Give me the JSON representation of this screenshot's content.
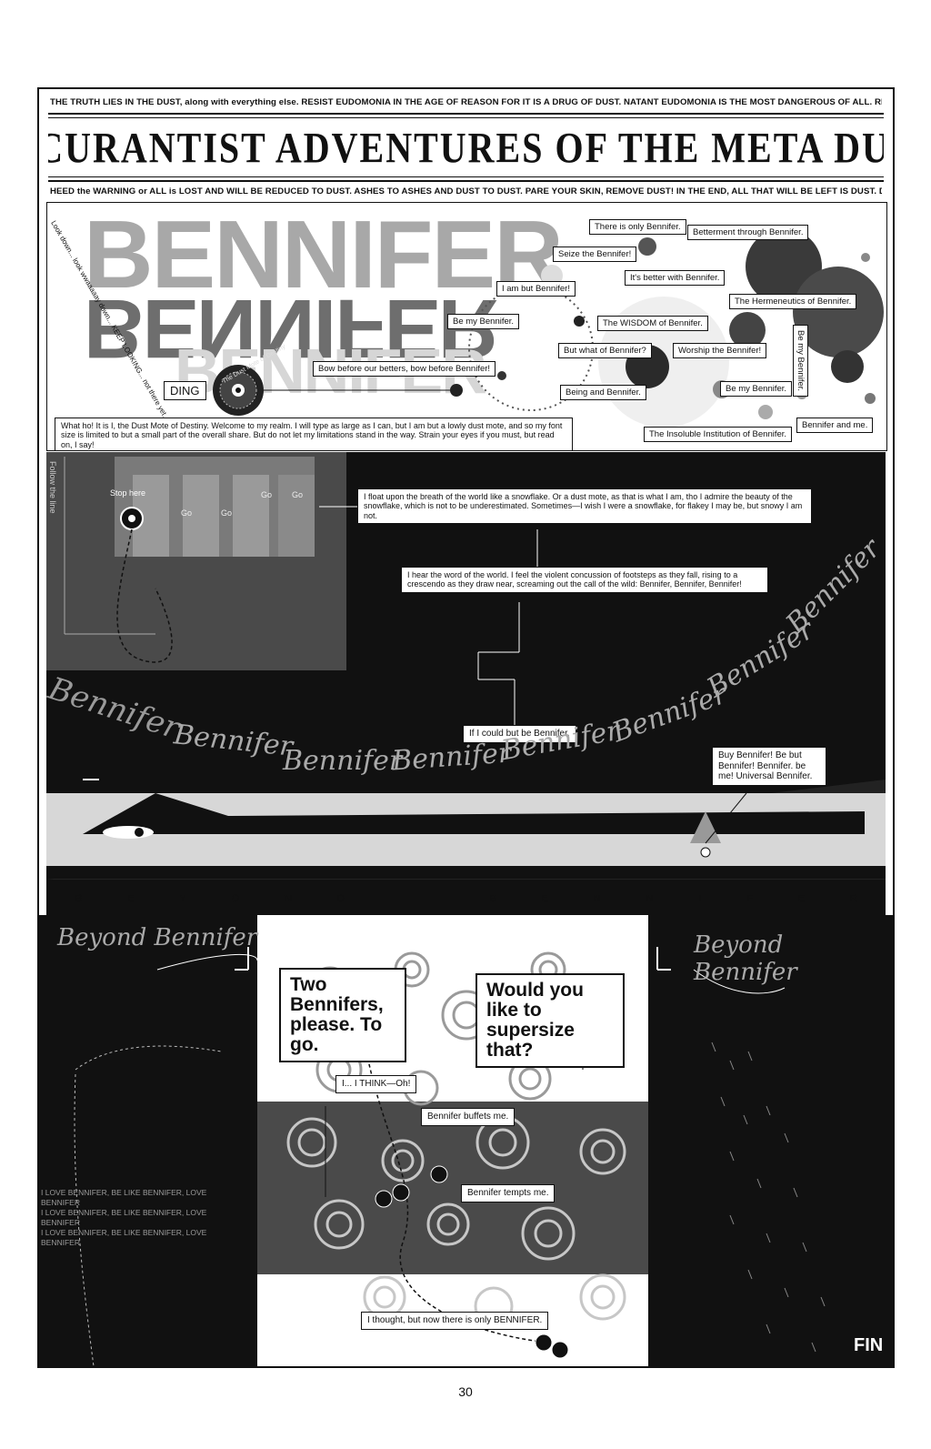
{
  "header": {
    "top_line": "THE TRUTH LIES IN THE DUST, along with everything else. RESIST EUDOMONIA IN THE AGE OF REASON FOR IT IS A DRUG OF DUST. NATANT EUDOMONIA IS THE MOST DANGEROUS OF ALL. RESIST THEM!",
    "title": "THE OBSCURANTIST ADVENTURES OF THE META DUST MOTE",
    "bottom_line": "HEED the WARNING or ALL is LOST AND WILL BE REDUCED TO DUST. ASHES TO ASHES AND DUST TO DUST. PARE YOUR SKIN, REMOVE DUST! IN THE END, ALL THAT WILL BE LEFT IS DUST. DUST SHALL BE!"
  },
  "panel1": {
    "big_word": "BENNIFER",
    "captions": {
      "only": "There is only Bennifer.",
      "betterment": "Betterment through Bennifer.",
      "seize": "Seize the Bennifer!",
      "better_with": "It's better with Bennifer.",
      "am_but": "I am but Bennifer!",
      "hermeneutics": "The Hermeneutics of Bennifer.",
      "be_my": "Be my Bennifer.",
      "wisdom": "The WISDOM of Bennifer.",
      "but_what": "But what of Bennifer?",
      "worship": "Worship the Bennifer!",
      "be_my_vert": "Be my Bennifer.",
      "bow": "Bow before our betters, bow before Bennifer!",
      "being": "Being and Bennifer.",
      "be_my_2": "Be my Bennifer.",
      "insoluble": "The Insoluble Institution of Bennifer.",
      "and_me": "Bennifer and me."
    },
    "ding": "DING",
    "mote_label": "The Dust Mote of Destiny",
    "arc_text": "Look down... look wwaaaaay down... KEEP LOOKING... not there yet... almost...",
    "intro": "What ho! It is I, the Dust Mote of Destiny. Welcome to my realm. I will type as large as I can, but I am but a lowly dust mote, and so my font size is limited to but a small part of the overall share. But do not let my limitations stand in the way. Strain your eyes if you must, but read on, I say!"
  },
  "panel2": {
    "follow": "Follow the line",
    "stop": "Stop here",
    "go": [
      "Go",
      "Go",
      "Go",
      "Go"
    ],
    "float": "I float upon the breath of the world like a snowflake. Or a dust mote, as that is what I am, tho I admire the beauty of the snowflake, which is not to be underestimated. Sometimes—I wish I were a snowflake, for flakey I may be, but snowy I am not.",
    "hear": "I hear the word of the world. I feel the violent concussion of footsteps as they fall, rising to a crescendo as they draw near, screaming out the call of the wild: Bennifer, Bennifer, Bennifer!",
    "if_could": "If I could but be Bennifer.",
    "buy": "Buy Bennifer! Be but Bennifer! Bennifer. be me! Universal Bennifer.",
    "script_word": "Bennifer"
  },
  "beyond_letters": [
    "B",
    "E",
    "Y",
    "O",
    "N",
    "D",
    "B",
    "E",
    "N",
    "N",
    "I",
    "F",
    "E",
    "R"
  ],
  "panel3": {
    "beyond_left": "Beyond Bennifer",
    "beyond_right": "Beyond Bennifer",
    "two": "Two Bennifers, please. To go.",
    "supersize": "Would you like to supersize that?",
    "think": "I... I THINK—Oh!",
    "buffets": "Bennifer buffets me.",
    "tempts": "Bennifer tempts me.",
    "thought": "I thought, but now there is only BENNIFER.",
    "love_lines": [
      "I LOVE BENNIFER, BE LIKE BENNIFER, LOVE BENNIFER",
      "I LOVE BENNIFER, BE LIKE BENNIFER, LOVE BENNIFER",
      "I LOVE BENNIFER, BE LIKE BENNIFER, LOVE BENNIFER"
    ],
    "fin": "FIN"
  },
  "page_number": "30",
  "colors": {
    "ink": "#111111",
    "mid_grey": "#8c8c8c",
    "light_grey": "#cfcfcf",
    "dark_grey": "#4a4a4a"
  }
}
